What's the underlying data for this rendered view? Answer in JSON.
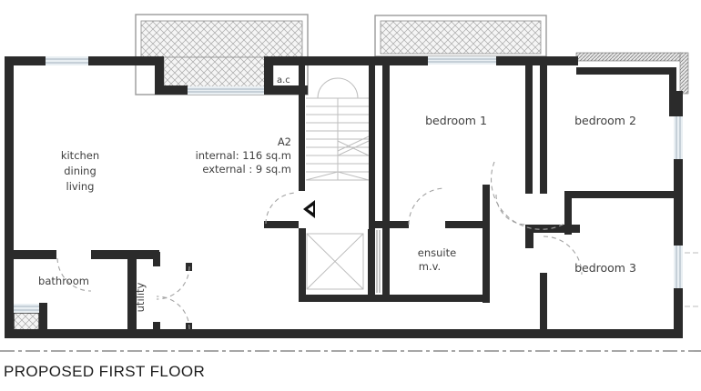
{
  "drawing": {
    "title": "PROPOSED FIRST FLOOR",
    "unit": {
      "name": "A2",
      "internal": "internal: 116 sq.m",
      "external": "external : 9 sq.m"
    },
    "rooms": {
      "kitchen": {
        "lines": [
          "kitchen",
          "dining",
          "living"
        ]
      },
      "bathroom": {
        "label": "bathroom"
      },
      "utility": {
        "label": "utility"
      },
      "ac": {
        "label": "a.c"
      },
      "bedroom1": {
        "label": "bedroom 1"
      },
      "bedroom2": {
        "label": "bedroom 2"
      },
      "bedroom3": {
        "label": "bedroom 3"
      },
      "ensuite": {
        "lines": [
          "ensuite",
          "m.v."
        ]
      }
    },
    "colors": {
      "wall": "#2b2b2b",
      "window_fill": "#e9eff3",
      "window_line": "#a3b2bc",
      "hatch_line": "#a9a9a9",
      "stair_line": "#bdbdbd",
      "door_arc": "#a3a3a3",
      "text": "#3f3f3f"
    }
  }
}
